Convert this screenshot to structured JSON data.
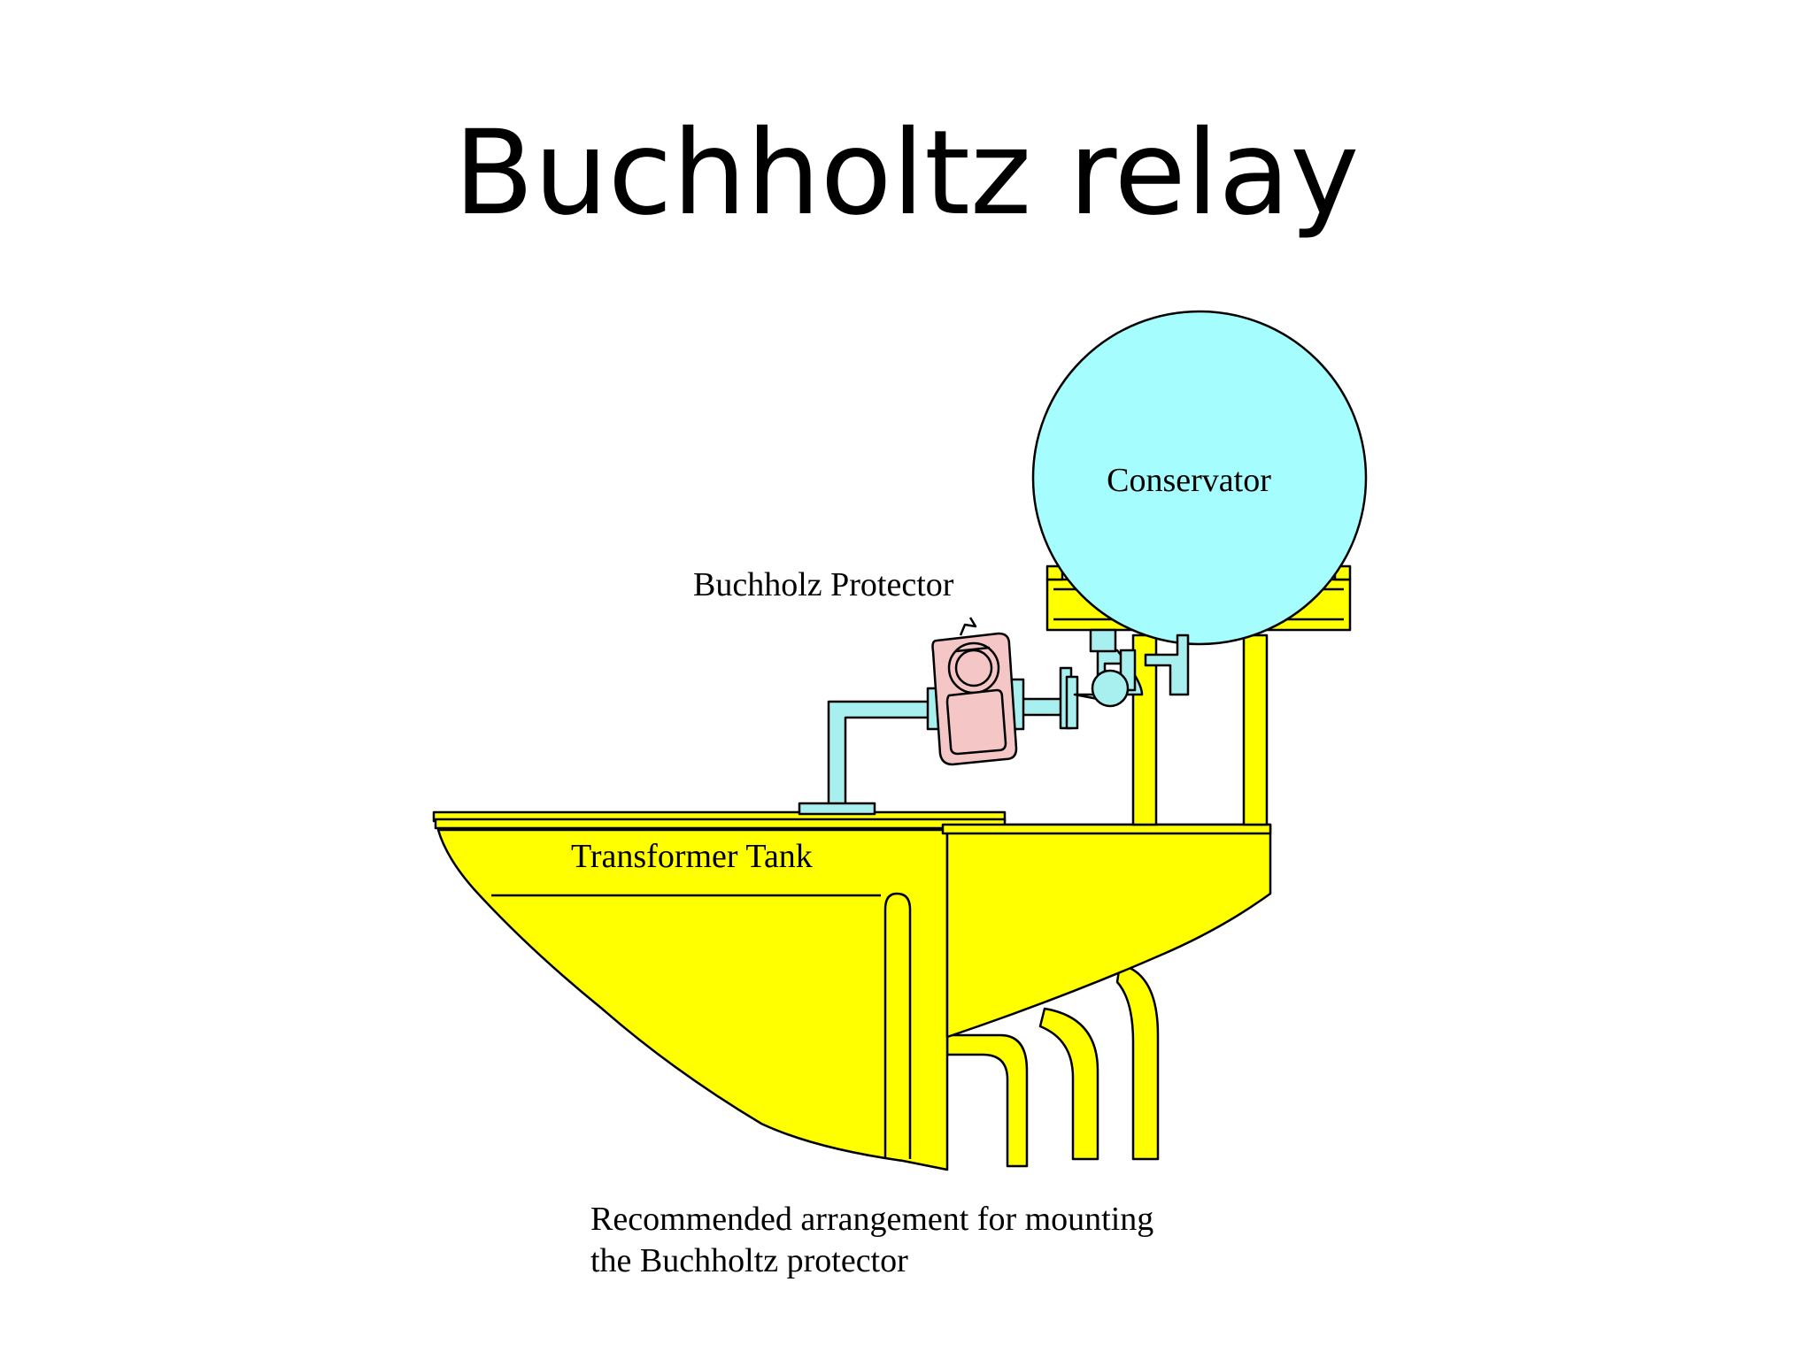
{
  "slide": {
    "title": "Buchholtz relay"
  },
  "diagram": {
    "labels": {
      "conservator": "Conservator",
      "protector": "Buchholz Protector",
      "tank": "Transformer Tank"
    },
    "caption": {
      "line1": "Recommended arrangement for mounting",
      "line2": "the Buchholtz protector"
    },
    "colors": {
      "tank": "#ffff00",
      "conservator": "#a5fdfd",
      "pipe": "#a8f0f0",
      "relay": "#f5c6c6",
      "outline": "#000000"
    }
  }
}
